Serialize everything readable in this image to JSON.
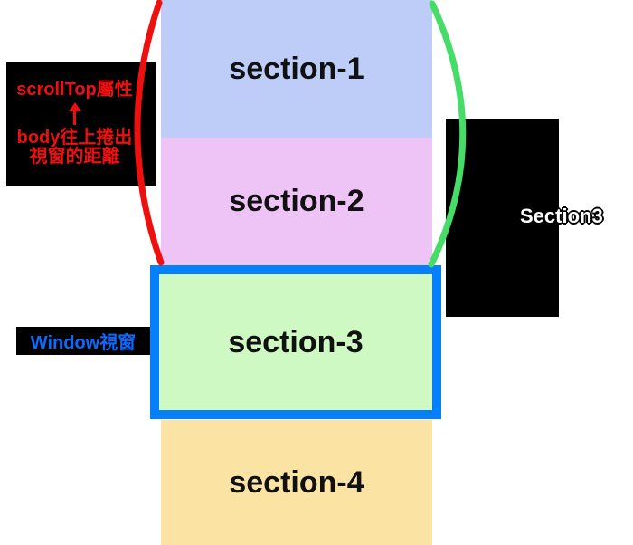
{
  "sections": [
    {
      "label": "section-1",
      "color": "#becdf8"
    },
    {
      "label": "section-2",
      "color": "#eec3f6"
    },
    {
      "label": "section-3",
      "color": "#cff9c2"
    },
    {
      "label": "section-4",
      "color": "#fbe3a3"
    }
  ],
  "viewport": {
    "border_color": "#0680fa"
  },
  "annotations": {
    "scrolltop": {
      "line1": "scrollTop屬性",
      "line2": "body往上捲出",
      "line3": "視窗的距離",
      "color": "#ee0f0f"
    },
    "window": {
      "label": "Window視窗",
      "color": "#0a6aff"
    },
    "section3_ref": {
      "label": "Section3",
      "color": "#ffffff"
    }
  },
  "braces": {
    "red_color": "#ee0f0f",
    "green_color": "#47dc68"
  }
}
